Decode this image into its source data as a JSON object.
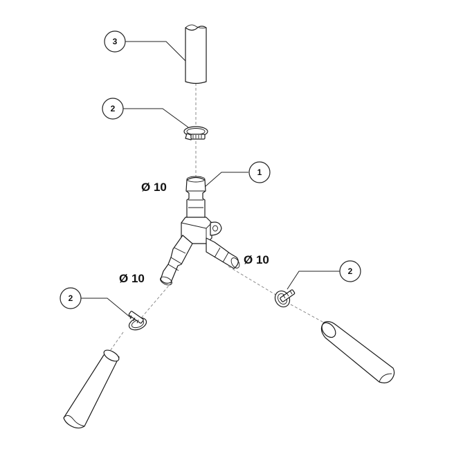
{
  "callouts": {
    "tube_top": "3",
    "clamp_top": "2",
    "connector": "1",
    "clamp_left": "2",
    "clamp_right": "2"
  },
  "dimensions": {
    "top_outlet": "Ø 10",
    "left_outlet": "Ø 10",
    "right_outlet": "Ø 10"
  },
  "icons": [
    "y-connector-icon",
    "hose-clamp-icon",
    "tube-icon"
  ]
}
